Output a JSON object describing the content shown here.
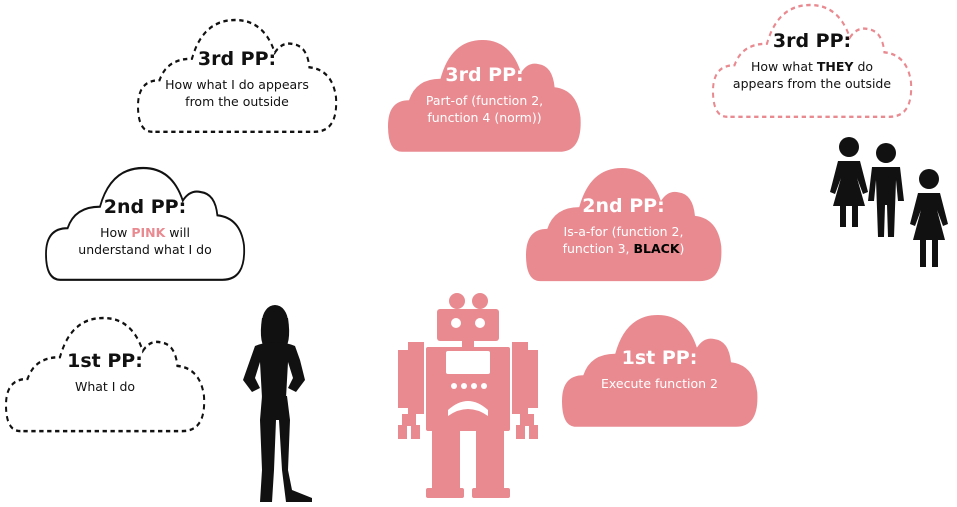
{
  "colors": {
    "pink": "#e98a90",
    "black": "#000000",
    "white": "#ffffff"
  },
  "figures": {
    "woman": "woman-silhouette-icon",
    "robot": "robot-icon",
    "group": "people-group-icon"
  },
  "self_clouds": {
    "third": {
      "title": "3rd PP:",
      "lines": [
        "How what I do appears",
        "from the outside"
      ]
    },
    "second": {
      "title": "2nd PP:",
      "pre": "How ",
      "highlight": "PINK",
      "post": " will",
      "line2": "understand what I do"
    },
    "first": {
      "title": "1st PP:",
      "lines": [
        "What I do"
      ]
    }
  },
  "robot_clouds": {
    "third": {
      "title": "3rd PP:",
      "lines": [
        "Part-of (function 2,",
        "function 4 (norm))"
      ]
    },
    "second": {
      "title": "2nd PP:",
      "line1": "Is-a-for (function 2,",
      "pre": "function 3, ",
      "highlight": "BLACK",
      "post": ")"
    },
    "first": {
      "title": "1st PP:",
      "lines": [
        "Execute function 2"
      ]
    }
  },
  "others_cloud": {
    "title": "3rd PP:",
    "pre": "How what ",
    "highlight": "THEY",
    "post": " do",
    "line2": "appears from the outside"
  }
}
